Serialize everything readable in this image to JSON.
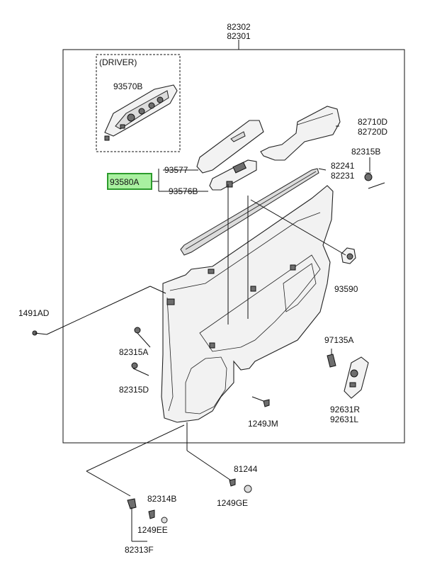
{
  "diagram": {
    "labels": {
      "top_1": "82302",
      "top_2": "82301",
      "driver_box": "(DRIVER)",
      "switch_main": "93570B",
      "trim_garnish_1": "82710D",
      "trim_garnish_2": "82720D",
      "bolt_right": "82315B",
      "highlighted": "93580A",
      "cover": "93577",
      "switch_small": "93576B",
      "weatherstrip_1": "82241",
      "weatherstrip_2": "82231",
      "switch_right": "93590",
      "screw_left": "1491AD",
      "fastener_a": "82315A",
      "fastener_d": "82315D",
      "clip_sensor": "97135A",
      "speaker_1": "92631R",
      "speaker_2": "92631L",
      "screw_jm": "1249JM",
      "cap": "81244",
      "screw_ge": "1249GE",
      "clip_b": "82314B",
      "screw_ee": "1249EE",
      "clip_f": "82313F"
    },
    "colors": {
      "highlight_fill": "#a9f0a0",
      "highlight_border": "#2c9b2c",
      "line": "#111111"
    }
  }
}
